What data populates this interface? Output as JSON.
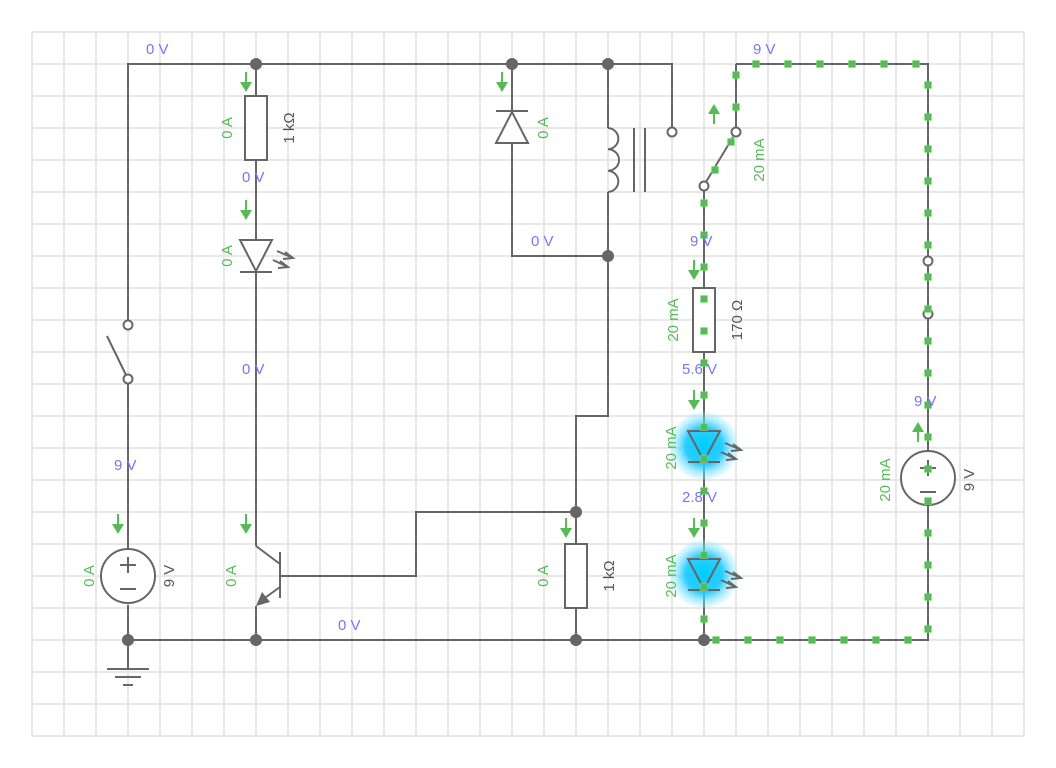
{
  "app": {
    "view": "circuit-simulator",
    "colors": {
      "wire": "#666666",
      "grid": "#e8e8e8",
      "voltage_label": "#7777ee",
      "current_label": "#55bb55",
      "component_label": "#555555",
      "led_glow": "#00ccff",
      "current_dot": "#55bb55"
    }
  },
  "components": {
    "source_left": {
      "type": "dc-voltage-source",
      "value": "9 V",
      "current": "0 A"
    },
    "switch_left": {
      "type": "switch",
      "state": "open"
    },
    "resistor_base": {
      "type": "resistor",
      "value": "1 kΩ",
      "current": "0 A"
    },
    "led_indicator": {
      "type": "led",
      "current": "0 A",
      "lit": false
    },
    "transistor": {
      "type": "npn-transistor",
      "current": "0 A"
    },
    "flyback_diode": {
      "type": "diode",
      "current": "0 A"
    },
    "relay_coil": {
      "type": "relay-coil"
    },
    "relay_switch": {
      "type": "relay-contact",
      "current": "20 mA"
    },
    "resistor_pulldown": {
      "type": "resistor",
      "value": "1 kΩ",
      "current": "0 A"
    },
    "resistor_led": {
      "type": "resistor",
      "value": "170 Ω",
      "current": "20 mA"
    },
    "led_1": {
      "type": "led",
      "current": "20 mA",
      "lit": true
    },
    "led_2": {
      "type": "led",
      "current": "20 mA",
      "lit": true
    },
    "switch_right": {
      "type": "switch",
      "state": "closed"
    },
    "source_right": {
      "type": "dc-voltage-source",
      "value": "9 V",
      "current": "20 mA"
    },
    "ground": {
      "type": "ground"
    }
  },
  "node_voltages": {
    "top_left": "0 V",
    "after_resistor": "0 V",
    "after_led": "0 V",
    "left_source_node": "9 V",
    "diode_bottom": "0 V",
    "relay_common": "9 V",
    "top_right": "9 V",
    "after_170": "5.6 V",
    "between_leds": "2.8 V",
    "right_source_node": "9 V",
    "bottom_rail": "0 V"
  }
}
